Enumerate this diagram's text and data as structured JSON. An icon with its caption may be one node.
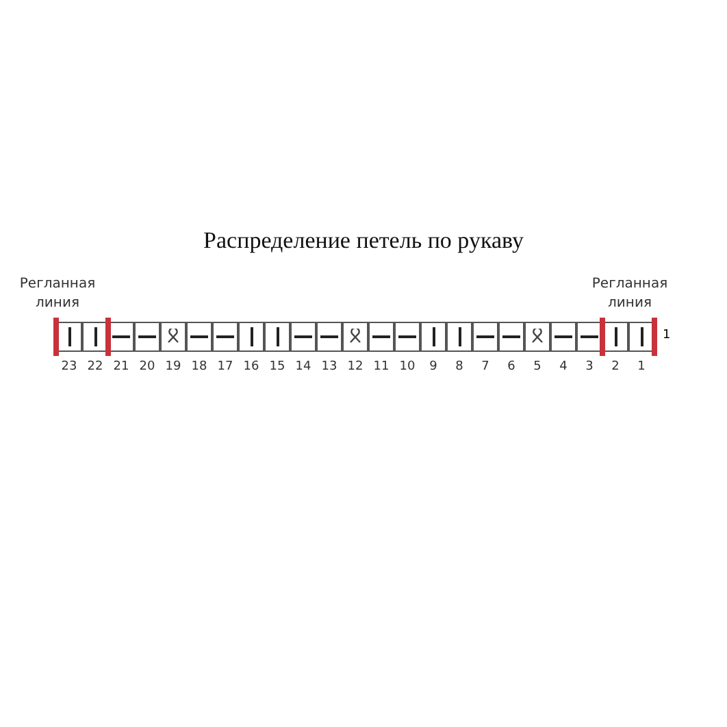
{
  "diagram": {
    "title": "Распределение петель по рукаву",
    "nodes": [
      {
        "text": [],
        "shape": "box",
        "beside": [
          "23"
        ]
      },
      {
        "text": [],
        "shape": "box",
        "beside": [
          "22"
        ]
      },
      {
        "text": [],
        "shape": "box",
        "beside": [
          "21"
        ]
      },
      {
        "text": [],
        "shape": "box",
        "beside": [
          "20"
        ]
      },
      {
        "text": [],
        "shape": "box",
        "beside": [
          "19"
        ]
      },
      {
        "text": [],
        "shape": "box",
        "beside": [
          "18"
        ]
      },
      {
        "text": [],
        "shape": "box",
        "beside": [
          "17"
        ]
      },
      {
        "text": [],
        "shape": "box",
        "beside": [
          "16"
        ]
      },
      {
        "text": [],
        "shape": "box",
        "beside": [
          "15"
        ]
      },
      {
        "text": [],
        "shape": "box",
        "beside": [
          "14"
        ]
      },
      {
        "text": [],
        "shape": "box",
        "beside": [
          "13"
        ]
      },
      {
        "text": [],
        "shape": "box",
        "beside": [
          "12"
        ]
      },
      {
        "text": [],
        "shape": "box",
        "beside": [
          "11"
        ]
      },
      {
        "text": [],
        "shape": "box",
        "beside": [
          "10"
        ]
      },
      {
        "text": [],
        "shape": "box",
        "beside": [
          "9"
        ]
      },
      {
        "text": [],
        "shape": "box",
        "beside": [
          "8"
        ]
      },
      {
        "text": [],
        "shape": "box",
        "beside": [
          "7"
        ]
      },
      {
        "text": [],
        "shape": "box",
        "beside": [
          "6"
        ]
      },
      {
        "text": [],
        "shape": "box",
        "beside": [
          "5"
        ]
      },
      {
        "text": [],
        "shape": "box",
        "beside": [
          "4"
        ]
      },
      {
        "text": [],
        "shape": "box",
        "beside": [
          "3"
        ]
      },
      {
        "text": [],
        "shape": "box",
        "beside": [
          "2"
        ]
      },
      {
        "text": [],
        "shape": "box",
        "beside": [
          "1"
        ]
      }
    ],
    "labels": [
      "Регланная линия",
      "Регланная линия",
      "1"
    ]
  }
}
